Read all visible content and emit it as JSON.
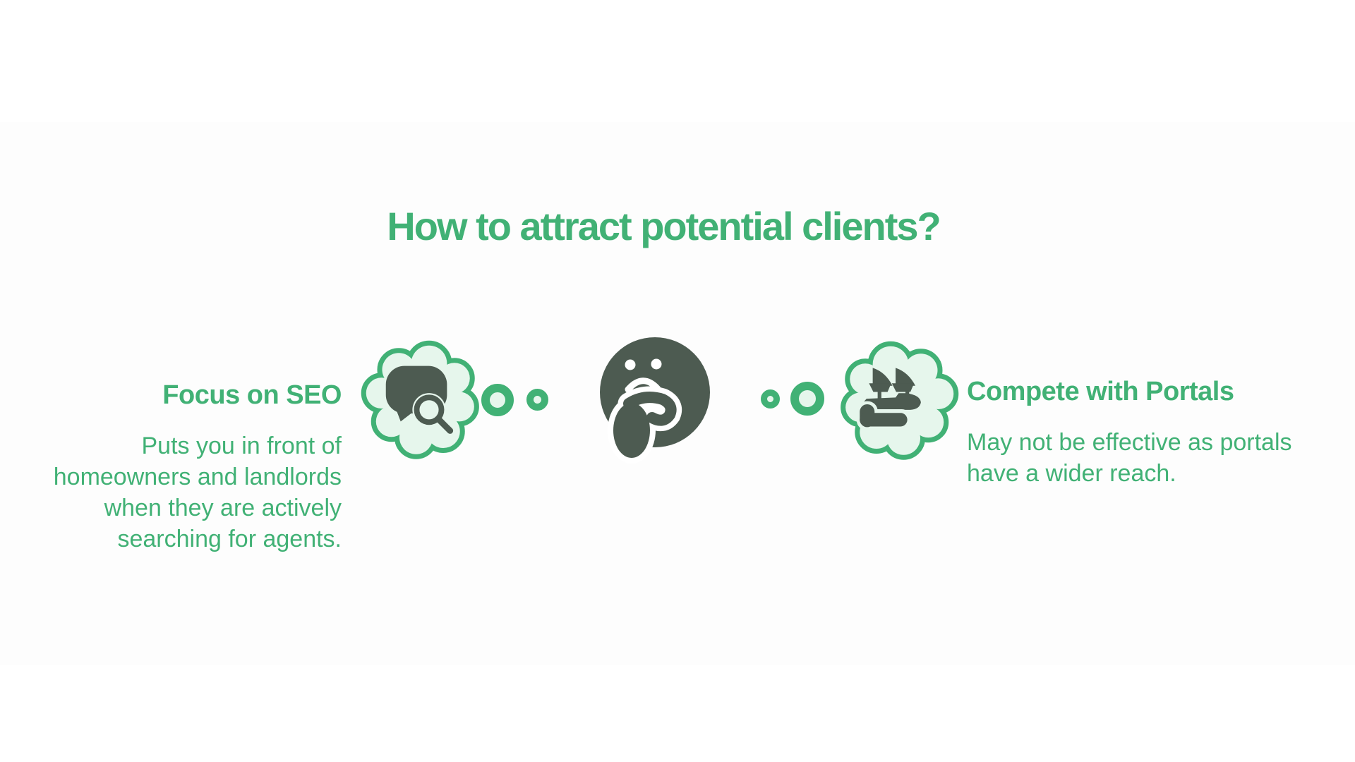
{
  "title": "How to attract potential clients?",
  "colors": {
    "green": "#41b175",
    "dark": "#4d5b51",
    "light": "#e6f6ec",
    "white": "#ffffff",
    "slide_bg": "#fdfdfd"
  },
  "left_item": {
    "heading": "Focus on SEO",
    "body_lines": [
      "Puts you in front of",
      "homeowners and landlords",
      "when they are actively",
      "searching for agents."
    ],
    "icon": "chat-search-icon"
  },
  "center": {
    "icon": "thinking-face-icon"
  },
  "right_item": {
    "heading": "Compete with Portals",
    "body_lines": [
      "May not be effective as portals",
      "have a wider reach."
    ],
    "icon": "hand-holding-boats-icon"
  }
}
